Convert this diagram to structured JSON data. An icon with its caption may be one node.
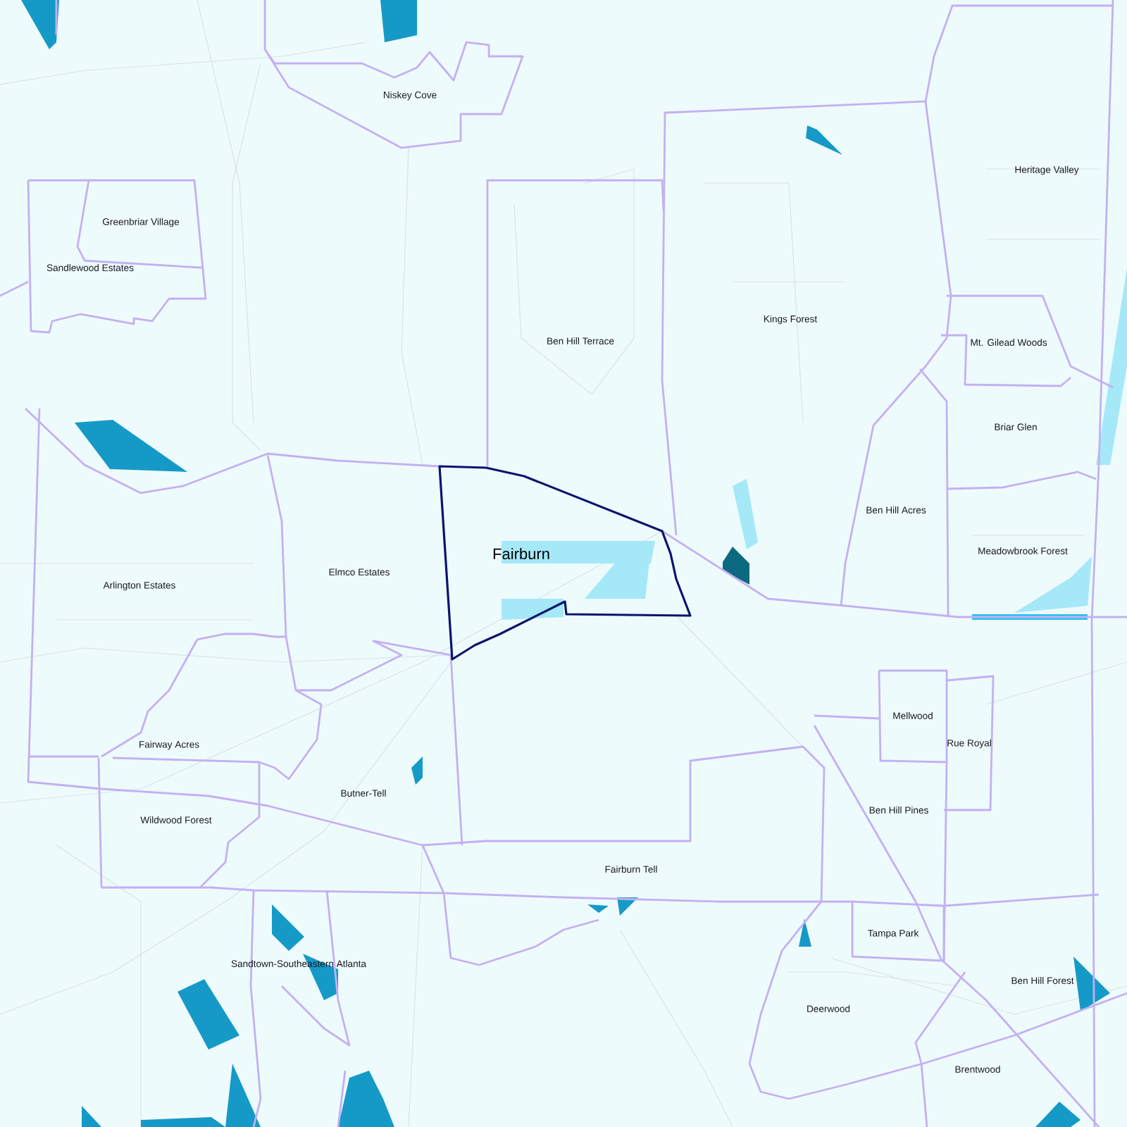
{
  "diagram": {
    "nodes": [
      {
        "text": [
          "Fairburn"
        ]
      }
    ],
    "labels": [
      "Niskey Cove",
      "Heritage Valley",
      "Greenbriar Village",
      "Sandlewood Estates",
      "Kings Forest",
      "Ben Hill Terrace",
      "Mt. Gilead Woods",
      "Briar Glen",
      "Ben Hill Acres",
      "Meadowbrook Forest",
      "Elmco Estates",
      "Arlington Estates",
      "Mellwood",
      "Rue Royal",
      "Fairway Acres",
      "Butner-Tell",
      "Ben Hill Pines",
      "Wildwood Forest",
      "Fairburn Tell",
      "Tampa Park",
      "Sandtown-Southeastern Atlanta",
      "Ben Hill Forest",
      "Deerwood",
      "Brentwood"
    ]
  }
}
